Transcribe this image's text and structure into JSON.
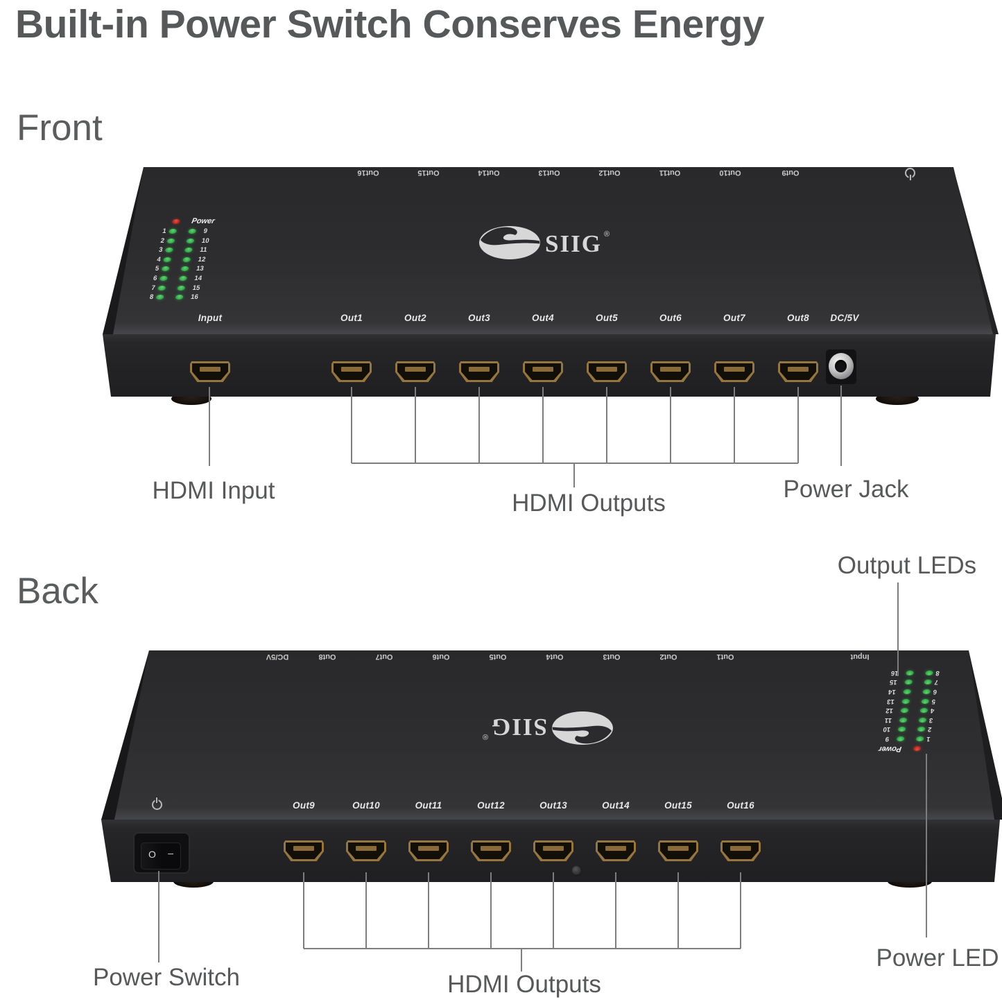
{
  "title": "Built-in Power Switch Conserves Energy",
  "front_section": {
    "label": "Front",
    "callouts": {
      "hdmi_input": "HDMI Input",
      "hdmi_outputs": "HDMI Outputs",
      "power_jack": "Power Jack"
    }
  },
  "back_section": {
    "label": "Back",
    "callouts": {
      "power_switch": "Power Switch",
      "hdmi_outputs": "HDMI Outputs",
      "power_led": "Power LED",
      "output_leds": "Output LEDs"
    }
  },
  "device_front": {
    "port_labels": [
      "Input",
      "Out1",
      "Out2",
      "Out3",
      "Out4",
      "Out5",
      "Out6",
      "Out7",
      "Out8"
    ],
    "power_jack_label": "DC/5V",
    "far_edge_labels": [
      "Out16",
      "Out15",
      "Out14",
      "Out13",
      "Out12",
      "Out11",
      "Out10",
      "Out9"
    ]
  },
  "device_back": {
    "port_labels": [
      "Out9",
      "Out10",
      "Out11",
      "Out12",
      "Out13",
      "Out14",
      "Out15",
      "Out16"
    ],
    "far_edge_labels": [
      "DC/5V",
      "Out8",
      "Out7",
      "Out6",
      "Out5",
      "Out4",
      "Out3",
      "Out2",
      "Out1",
      "Input"
    ]
  },
  "led_panel": {
    "power_label": "Power",
    "left_numbers": [
      "1",
      "2",
      "3",
      "4",
      "5",
      "6",
      "7",
      "8"
    ],
    "right_numbers": [
      "9",
      "10",
      "11",
      "12",
      "13",
      "14",
      "15",
      "16"
    ]
  },
  "brand": {
    "name": "SIIG",
    "registered": "®"
  },
  "switch_marks": {
    "off": "O",
    "on": "–"
  },
  "colors": {
    "led_green": "#2fae4a",
    "led_red": "#c1261d",
    "body_dark": "#2c2c2e",
    "text_gray": "#57585a"
  }
}
